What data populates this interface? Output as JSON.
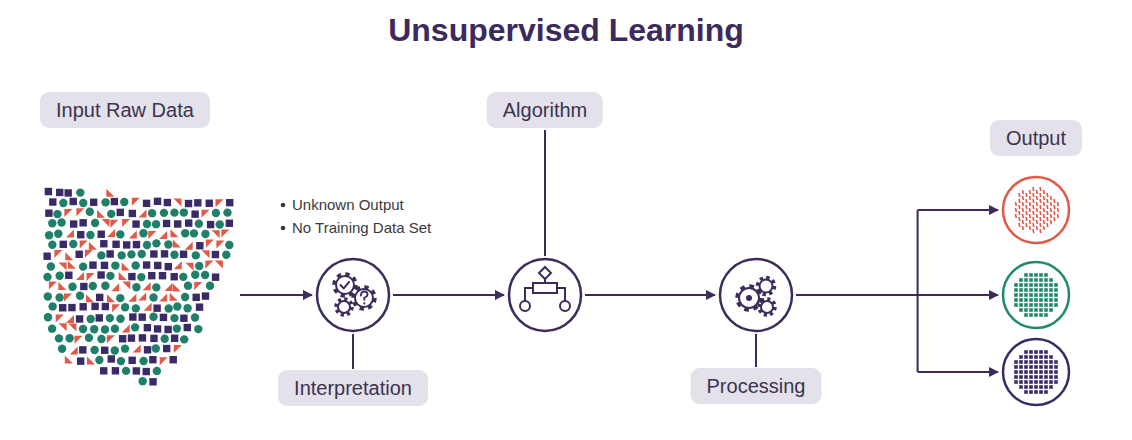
{
  "diagram": {
    "title": "Unsupervised Learning",
    "nodes": [
      {
        "text": [
          "Input Raw Data"
        ]
      },
      {
        "text": [
          "Interpretation"
        ]
      },
      {
        "text": [
          "Algorithm"
        ]
      },
      {
        "text": [
          "Processing"
        ]
      },
      {
        "text": [
          "Output"
        ]
      }
    ],
    "edges": [
      {
        "from": 0,
        "to": 1,
        "arrow": "to"
      },
      {
        "from": 1,
        "to": 2,
        "arrow": "to"
      },
      {
        "from": 2,
        "to": 3,
        "arrow": "to"
      },
      {
        "from": 3,
        "to": 4,
        "arrow": "to"
      }
    ],
    "labels": [
      "Unknown Output",
      "No Training Data Set"
    ]
  }
}
